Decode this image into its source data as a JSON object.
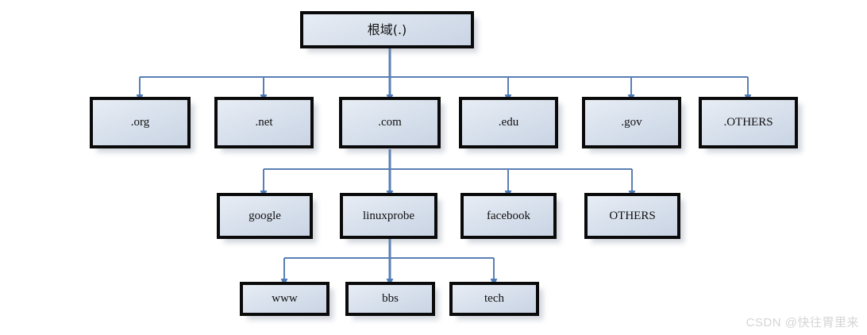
{
  "diagram": {
    "title_node": "根域(.)",
    "watermark": "CSDN @快往胃里来",
    "edge_color": "#5a7fb4",
    "box_border_color": "#0a0a0a",
    "box_fill_top": "#e8edf5",
    "box_fill_bottom": "#c9d4e4",
    "background": "#ffffff"
  },
  "levels": {
    "root": {
      "nodes": [
        {
          "id": "root",
          "label": "根域(.)"
        }
      ]
    },
    "tld": {
      "nodes": [
        {
          "id": "org",
          "label": ".org"
        },
        {
          "id": "net",
          "label": ".net"
        },
        {
          "id": "com",
          "label": ".com"
        },
        {
          "id": "edu",
          "label": ".edu"
        },
        {
          "id": "gov",
          "label": ".gov"
        },
        {
          "id": "others",
          "label": ".OTHERS"
        }
      ]
    },
    "sld": {
      "nodes": [
        {
          "id": "google",
          "label": "google"
        },
        {
          "id": "linuxprobe",
          "label": "linuxprobe"
        },
        {
          "id": "facebook",
          "label": "facebook"
        },
        {
          "id": "others2",
          "label": "OTHERS"
        }
      ]
    },
    "host": {
      "nodes": [
        {
          "id": "www",
          "label": "www"
        },
        {
          "id": "bbs",
          "label": "bbs"
        },
        {
          "id": "tech",
          "label": "tech"
        }
      ]
    }
  }
}
